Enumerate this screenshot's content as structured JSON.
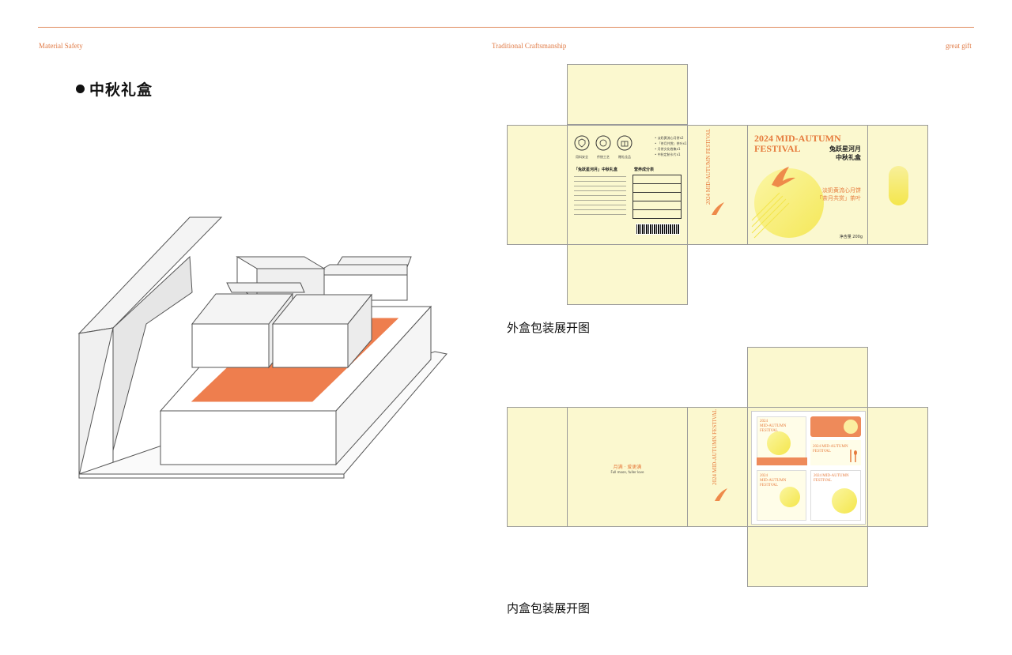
{
  "header": {
    "left": "Material Safety",
    "center": "Traditional Craftsmanship",
    "right": "great gift"
  },
  "section_title": "中秋礼盒",
  "outer_box": {
    "caption": "外盒包装展开图",
    "brand_en_line1": "2024 MID-AUTUMN",
    "brand_en_line2": "FESTIVAL",
    "name_cn_line1": "兔跃星河月",
    "name_cn_line2": "中秋礼盒",
    "flavor_line1": "淡奶黄流心月饼",
    "flavor_line2": "「茶月共赏」茶叶",
    "net_weight": "净含量 200g",
    "side_vertical": "2024 MID-AUTUMN FESTIVAL",
    "icons": [
      {
        "icon": "shield-icon",
        "label": "用料安全"
      },
      {
        "icon": "craft-icon",
        "label": "传统工艺"
      },
      {
        "icon": "gift-icon",
        "label": "赠礼佳品"
      }
    ],
    "contents": [
      "• 淡奶黄流心月饼x2",
      "• 「茶月共赏」茶叶x1",
      "• 月饼文化卷集x1",
      "• 中秋定制卡片x1"
    ],
    "product_title": "「兔跃星河月」中秋礼盒",
    "nutrition_title": "营养成分表"
  },
  "inner_box": {
    "caption": "内盒包装展开图",
    "slogan_cn": "月满 · 爱更满",
    "slogan_en": "Full moon, fuller love",
    "card_brand_line1": "2024",
    "card_brand_line2": "MID-AUTUMN",
    "card_brand_line3": "FESTIVAL"
  },
  "colors": {
    "accent": "#e67a3c",
    "panel": "#fbf8cf",
    "moon": "#f6ea6a"
  }
}
